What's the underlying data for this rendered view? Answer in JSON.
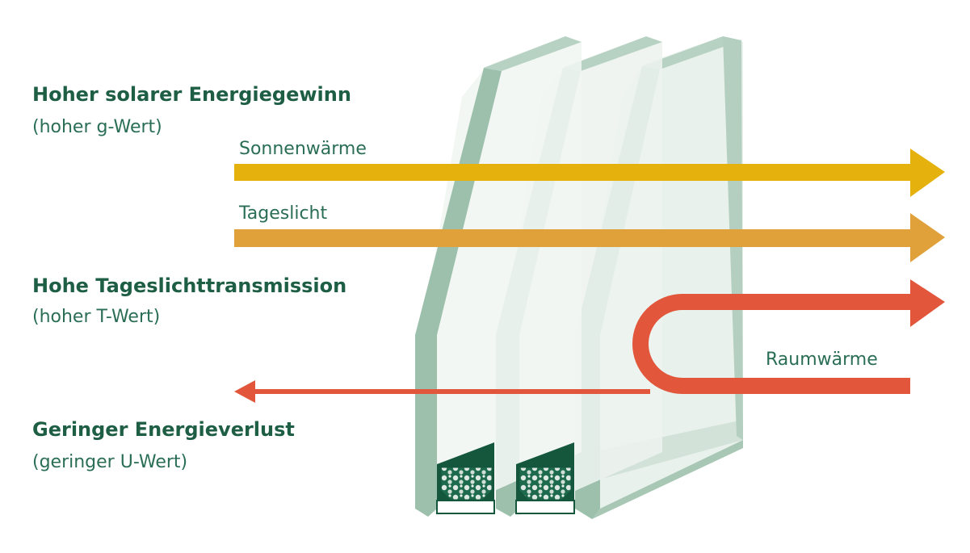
{
  "colors": {
    "heading": "#1d5e45",
    "text": "#2a6e55",
    "sun_arrow": "#e5b10d",
    "light_arrow": "#e0a03a",
    "heat_arrow": "#e2573c",
    "glass_edge": "#9cc0ac",
    "glass_face": "#eef4f0",
    "spacer": "#14573d"
  },
  "features": [
    {
      "title": "Hoher solarer Energiegewinn",
      "subtitle": "(hoher g-Wert)"
    },
    {
      "title": "Hohe Tageslichttransmission",
      "subtitle": "(hoher T-Wert)"
    },
    {
      "title": "Geringer Energieverlust",
      "subtitle": "(geringer U-Wert)"
    }
  ],
  "arrows": {
    "sun": "Sonnenwärme",
    "light": "Tageslicht",
    "heat": "Raumwärme"
  }
}
